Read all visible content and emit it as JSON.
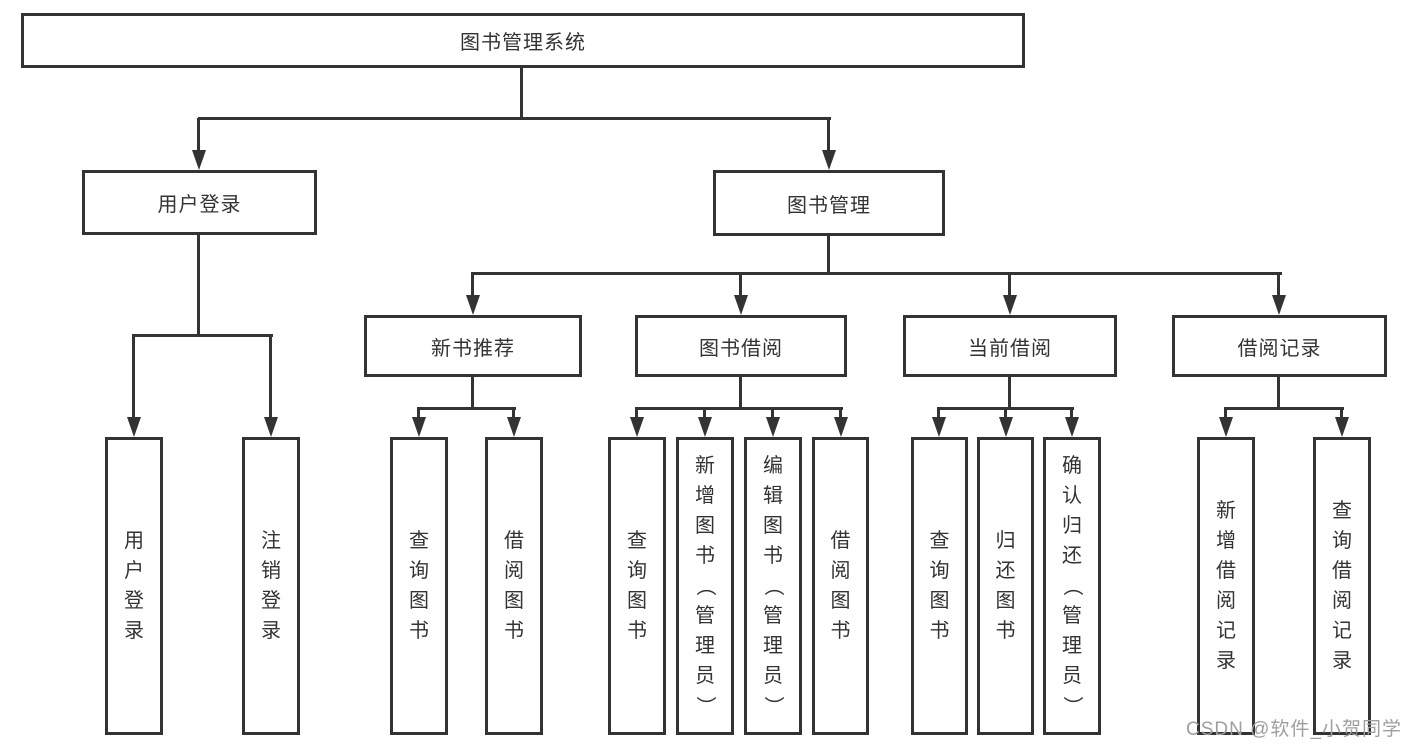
{
  "tree": {
    "root": {
      "label": "图书管理系统"
    },
    "level2": [
      {
        "label": "用户登录",
        "children": [
          {
            "label": "用户登录"
          },
          {
            "label": "注销登录"
          }
        ]
      },
      {
        "label": "图书管理",
        "children": [
          {
            "label": "新书推荐",
            "children": [
              {
                "label": "查询图书"
              },
              {
                "label": "借阅图书"
              }
            ]
          },
          {
            "label": "图书借阅",
            "children": [
              {
                "label": "查询图书"
              },
              {
                "label": "新增图书（管理员）"
              },
              {
                "label": "编辑图书（管理员）"
              },
              {
                "label": "借阅图书"
              }
            ]
          },
          {
            "label": "当前借阅",
            "children": [
              {
                "label": "查询图书"
              },
              {
                "label": "归还图书"
              },
              {
                "label": "确认归还（管理员）"
              }
            ]
          },
          {
            "label": "借阅记录",
            "children": [
              {
                "label": "新增借阅记录"
              },
              {
                "label": "查询借阅记录"
              }
            ]
          }
        ]
      }
    ]
  },
  "colors": {
    "line": "#333333",
    "text": "#333333",
    "background": "#ffffff",
    "watermark": "#9f9f9f"
  },
  "watermark": {
    "text": "CSDN @软件_小贺同学"
  }
}
